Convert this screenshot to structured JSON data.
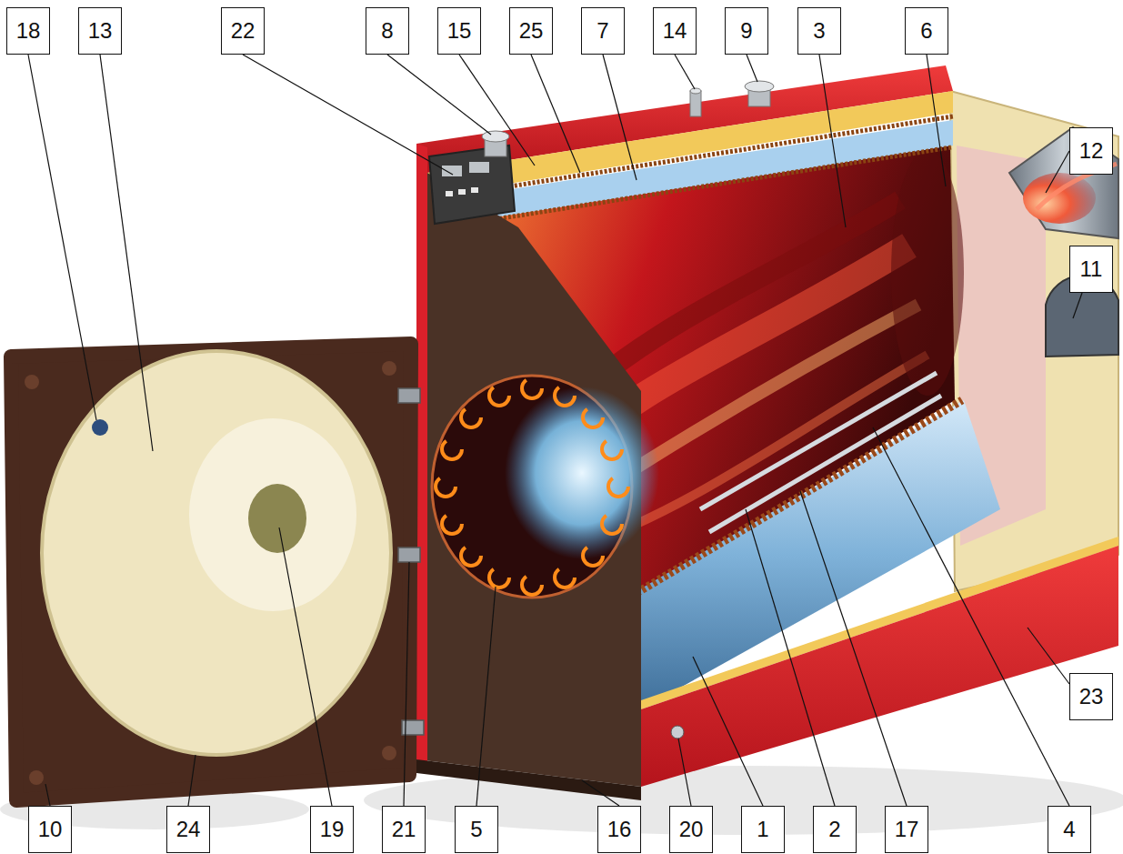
{
  "diagram": {
    "nodes": [
      {
        "text": [
          "18"
        ]
      },
      {
        "text": [
          "13"
        ]
      },
      {
        "text": [
          "22"
        ]
      },
      {
        "text": [
          "8"
        ]
      },
      {
        "text": [
          "15"
        ]
      },
      {
        "text": [
          "25"
        ]
      },
      {
        "text": [
          "7"
        ]
      },
      {
        "text": [
          "14"
        ]
      },
      {
        "text": [
          "9"
        ]
      },
      {
        "text": [
          "3"
        ]
      },
      {
        "text": [
          "6"
        ]
      },
      {
        "text": [
          "12"
        ]
      },
      {
        "text": [
          "11"
        ]
      },
      {
        "text": [
          "23"
        ]
      },
      {
        "text": [
          "10"
        ]
      },
      {
        "text": [
          "24"
        ]
      },
      {
        "text": [
          "19"
        ]
      },
      {
        "text": [
          "21"
        ]
      },
      {
        "text": [
          "5"
        ]
      },
      {
        "text": [
          "16"
        ]
      },
      {
        "text": [
          "20"
        ]
      },
      {
        "text": [
          "1"
        ]
      },
      {
        "text": [
          "2"
        ]
      },
      {
        "text": [
          "17"
        ]
      },
      {
        "text": [
          "4"
        ]
      }
    ]
  }
}
